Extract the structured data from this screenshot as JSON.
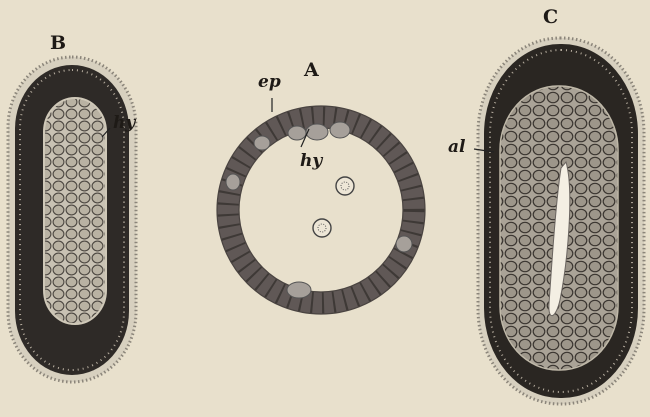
{
  "figure": {
    "panels": [
      {
        "id": "A",
        "label": "A"
      },
      {
        "id": "B",
        "label": "B"
      },
      {
        "id": "C",
        "label": "C"
      }
    ],
    "annotations": {
      "ep": "ep",
      "hy_A": "hy",
      "hy_B": "hy",
      "al": "al"
    },
    "colors": {
      "paper": "#e8e0cc",
      "ink": "#2a2520",
      "cell_fill": "#bdb6a8",
      "ring_cells": "#6b6360"
    }
  }
}
